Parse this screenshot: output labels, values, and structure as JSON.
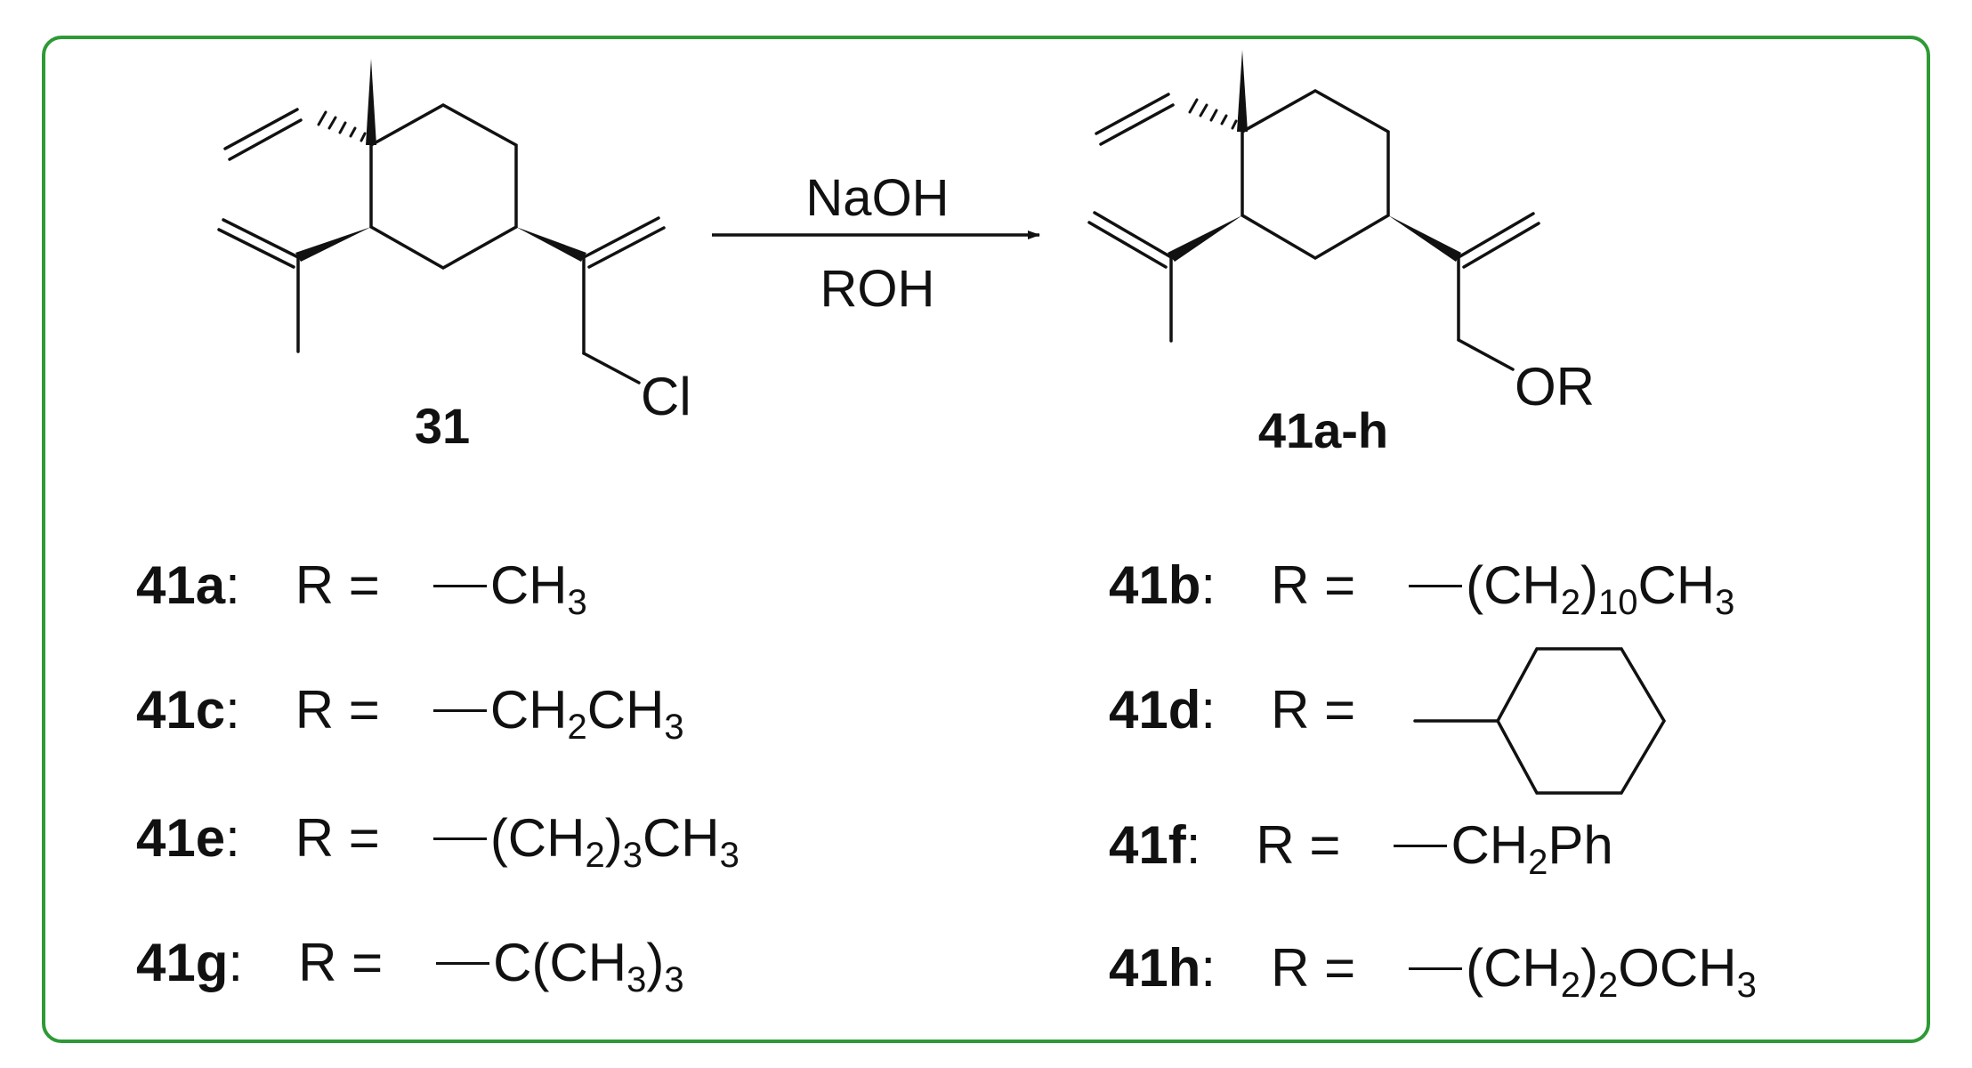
{
  "colors": {
    "frame": "#2e9a36",
    "ink": "#111111",
    "background": "#ffffff"
  },
  "start_material": {
    "id": "31",
    "leaving_group": "Cl"
  },
  "reagents": {
    "base": "NaOH",
    "nucleophile": "ROH"
  },
  "product": {
    "id": "41a-h",
    "group": "OR"
  },
  "substituents": [
    {
      "id": "41a",
      "sep": ":",
      "lhs": "R =",
      "formula": [
        [
          "t",
          "CH"
        ],
        [
          "s",
          "3"
        ]
      ]
    },
    {
      "id": "41b",
      "sep": ":",
      "lhs": "R =",
      "formula": [
        [
          "t",
          "(CH"
        ],
        [
          "s",
          "2"
        ],
        [
          "t",
          ")"
        ],
        [
          "s",
          "10"
        ],
        [
          "t",
          "CH"
        ],
        [
          "s",
          "3"
        ]
      ]
    },
    {
      "id": "41c",
      "sep": ":",
      "lhs": "R =",
      "formula": [
        [
          "t",
          "CH"
        ],
        [
          "s",
          "2"
        ],
        [
          "t",
          "CH"
        ],
        [
          "s",
          "3"
        ]
      ]
    },
    {
      "id": "41d",
      "sep": ":",
      "lhs": "R =",
      "formula": [],
      "structure": "cyclohexyl"
    },
    {
      "id": "41e",
      "sep": ":",
      "lhs": "R =",
      "formula": [
        [
          "t",
          "(CH"
        ],
        [
          "s",
          "2"
        ],
        [
          "t",
          ")"
        ],
        [
          "s",
          "3"
        ],
        [
          "t",
          "CH"
        ],
        [
          "s",
          "3"
        ]
      ]
    },
    {
      "id": "41f",
      "sep": ":",
      "lhs": "R =",
      "formula": [
        [
          "t",
          "CH"
        ],
        [
          "s",
          "2"
        ],
        [
          "t",
          "Ph"
        ]
      ]
    },
    {
      "id": "41g",
      "sep": ":",
      "lhs": "R =",
      "formula": [
        [
          "t",
          "C(CH"
        ],
        [
          "s",
          "3"
        ],
        [
          "t",
          ")"
        ],
        [
          "s",
          "3"
        ]
      ]
    },
    {
      "id": "41h",
      "sep": ":",
      "lhs": "R =",
      "formula": [
        [
          "t",
          "(CH"
        ],
        [
          "s",
          "2"
        ],
        [
          "t",
          ")"
        ],
        [
          "s",
          "2"
        ],
        [
          "t",
          "OCH"
        ],
        [
          "s",
          "3"
        ]
      ]
    }
  ]
}
